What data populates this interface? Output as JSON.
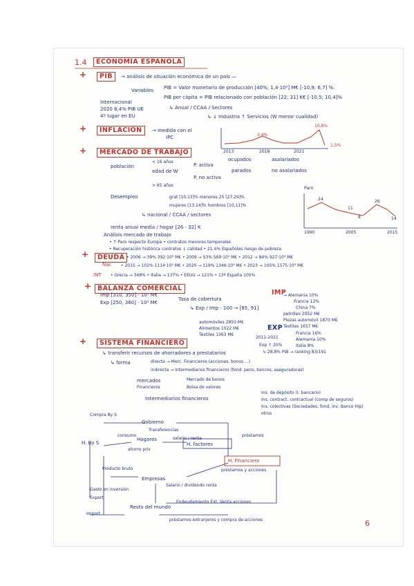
{
  "section": {
    "number": "1.4",
    "title": "ECONOMÍA ESPAÑOLA"
  },
  "pib": {
    "label": "PIB",
    "line1": "→ análisis de situación económica de un país —",
    "variables": "Variables",
    "def1": "PIB = Valor monetario de producción [40%; 1,4·10⁹] M€ [-10,9; 6,7] %.",
    "def2": "PIB per cápita = PIB relacionado con población [22; 31] K€ [-10,5; 10,4]%",
    "intl": "Internacional",
    "intl2": "2020  8,4% PIB UE",
    "intl3": "4º lugar en EU",
    "breakdown": "↳ Anual / CCAA / Sectores",
    "sectors": "↳ ↓ Industria ↑ Servicios (W menor cualidad)"
  },
  "inflacion": {
    "label": "INFLACIÓN",
    "desc": "→ medida con el",
    "desc2": "IPC",
    "chart_labels": [
      "2013",
      "2018",
      "2021"
    ],
    "chart_values": [
      "3,4%",
      "10,8%",
      "1,5%"
    ]
  },
  "mercado": {
    "label": "MERCADO DE TRABAJO",
    "poblacion": "población",
    "p_16": "< 16 años",
    "p_edad": "edad de W",
    "p_65": "> 65 años",
    "p_activa": "P. activa",
    "p_noactiva": "P. no activa",
    "ocupados": "ocupados",
    "parados": "parados",
    "asalariados": "asalariados",
    "no_asalariados": "no asalariados",
    "desempleo": "Desempleo",
    "d1": "grat [10,13]%    menores 25 [27,29]%",
    "d2": "mujeres [13,14]%   hombres [10,11]%",
    "d3": "↳ nacional / CCAA / sectores",
    "renta": "renta anual media / hogar [26 - 32] K",
    "analisis": "Análisis mercado de trabajo",
    "a1": "• ↑ Paro respecto Europa   • contratos menores temporales",
    "a2": "• Recuperación histórica contratos ↓ calidad   • 21,4% Españoles riesgo de pobreza",
    "paro_label": "Paro",
    "paro_points": [
      "24",
      "11",
      "8",
      "26",
      "14"
    ],
    "paro_years": [
      "1990",
      "2005",
      "2015"
    ]
  },
  "deuda": {
    "label": "DEUDA",
    "nac": "Nac",
    "int": "INT",
    "l1": "• 2006 → 39% 392·10³ M€ • 2009 → 53% 569·10³ M€ • 2012 → 84% 927·10³ M€",
    "l2": "• 2015 → 102% 1114·10³ M€ • 2020 → 119% 1346·10³ M€ • 2023 → 105% 1575·10³ M€",
    "l3": "• Grecia → 348%   • Italia → 137%   • EEUU → 121%   • 13º España 105%"
  },
  "balanza": {
    "label": "BALANZA COMERCIAL",
    "imp": "Imp [310, 350] · 10³ M€",
    "exp": "Exp [250, 360] · 10³ M€",
    "tasa": "Tasa de cobertura",
    "formula": "↳ Exp / Imp · 100 → [85, 91]",
    "imp_label": "IMP",
    "imp_list": [
      "→ Alemania 10%",
      "Francia 12%",
      "China 7%",
      "petróleo 2052 M€",
      "Piezas automóvil 1870 M€",
      "Textiles 1657 M€"
    ],
    "exp_label": "EXP",
    "exp_left": [
      "automóviles 2850 M€",
      "Alimentos 1022 M€",
      "Textiles 1363 M€"
    ],
    "exp_right": [
      "Francia 16%",
      "Alemania 10%",
      "Italia 8%"
    ],
    "exp_years": "2011-2021",
    "exp_pct": "Exp ↑ 20%",
    "ranking": "↳ 28,8% PIB → ranking 83/191"
  },
  "financiero": {
    "label": "SISTEMA FINANCIERO",
    "s1": "↳ transferir recursos de ahorradores a prestatarios",
    "forma": "↳ forma",
    "directa": "directa → Merc. Financieros (acciones, bonos ...)",
    "indirecta": "indirecta → Intermediarios financieros (fond. pens, bancos, aseguradoras)",
    "mercados": "mercados",
    "financieros": "Financieros",
    "m1": "Mercado de bonos",
    "m2": "Bolsa de valores",
    "intermediarios": "Intermediarios financieros",
    "i1": "Ins. de depósito (I. bancario)",
    "i2": "Ins. contract. contractual (comp de seguros)",
    "i3": "Ins. colectivas (Sociedades, fond. inv, Banco Hip)",
    "i4": "otros"
  },
  "flow": {
    "gobierno": "Gobierno",
    "hogares": "Hogares",
    "hbys": "H. By S",
    "hfactores": "H. factores",
    "hfinanciero": "H. Financiero",
    "empresas": "Empresas",
    "resto": "Resto del mundo",
    "compra": "Compra By S",
    "transferencias": "Transferencias",
    "consumo": "consumo",
    "ahorro": "ahorro priv",
    "salario": "salario / renta",
    "prestamos": "préstamos",
    "prestamos_acciones": "préstamos y acciones",
    "producto": "Producto bruto",
    "gasto": "Gasto en inversión",
    "salario_div": "Salario / dividendo renta",
    "export": "Export",
    "import": "Import",
    "endeudamiento": "Endeudamiento Ext. Venta acciones",
    "prestamos_ext": "préstamos extranjeros y compra de acciones"
  },
  "page_number": "6"
}
